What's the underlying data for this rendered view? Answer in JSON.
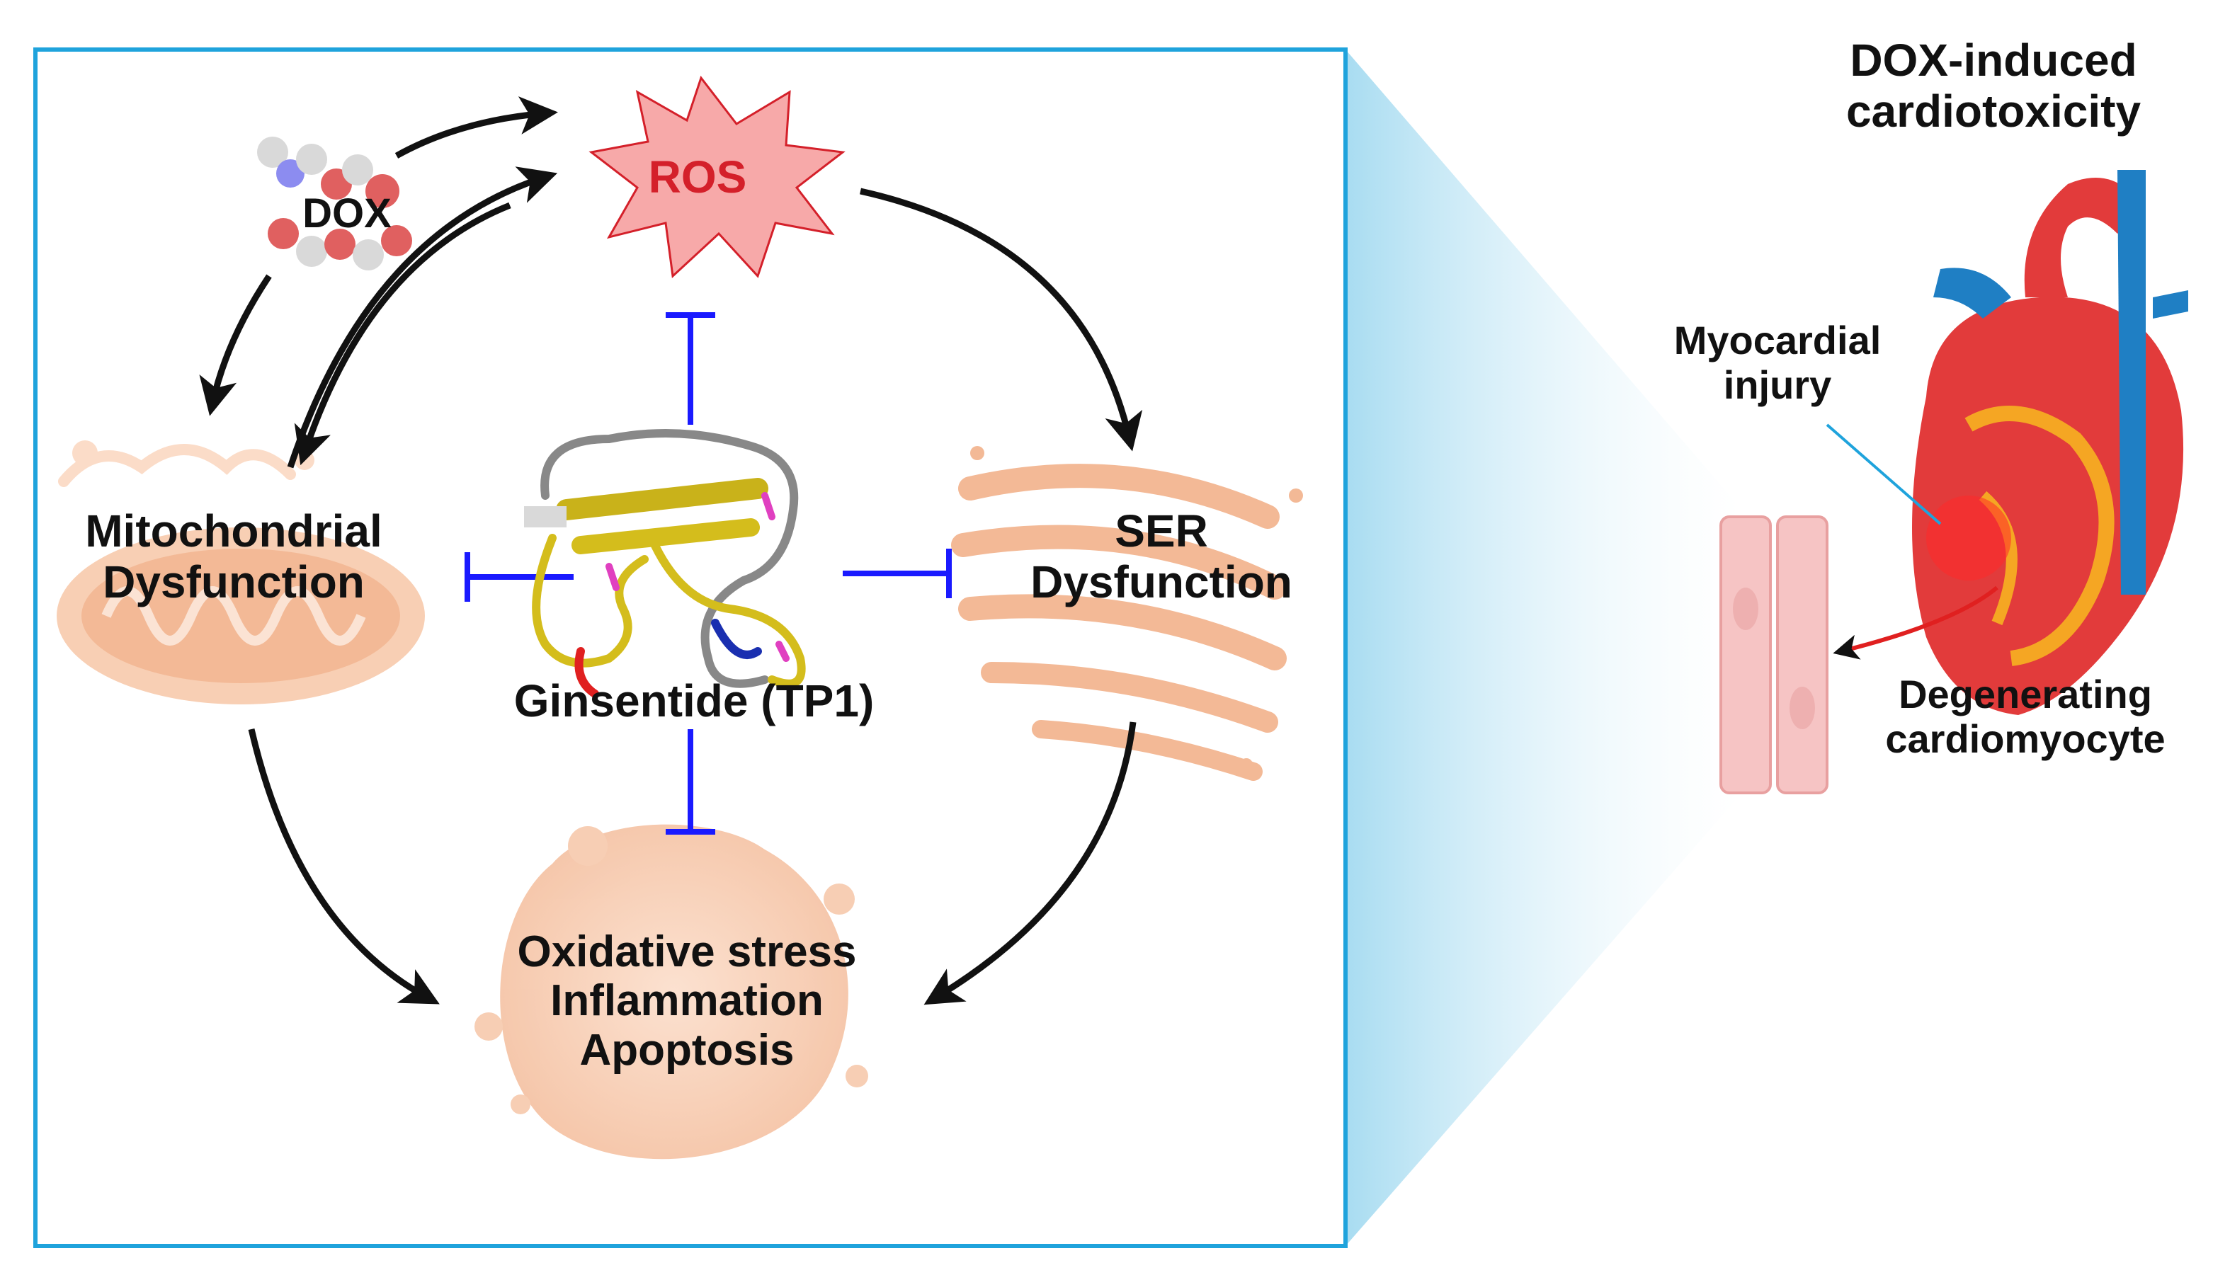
{
  "stimulus": {
    "label": "DOX"
  },
  "ros": {
    "label": "ROS"
  },
  "mitochondria": {
    "line1": "Mitochondrial",
    "line2": "Dysfunction"
  },
  "ser": {
    "line1": "SER",
    "line2": "Dysfunction"
  },
  "peptide": {
    "label": "Ginsentide (TP1)"
  },
  "outcomes": {
    "line1": "Oxidative stress",
    "line2": "Inflammation",
    "line3": "Apoptosis"
  },
  "heart_panel": {
    "title_line1": "DOX-induced",
    "title_line2": "cardiotoxicity",
    "injury_line1": "Myocardial",
    "injury_line2": "injury",
    "cell_line1": "Degenerating",
    "cell_line2": "cardiomyocyte"
  },
  "colors": {
    "frame": "#1fa3dc",
    "inhibit": "#1a1aff",
    "ros_fill": "#f7a9a9",
    "ros_text": "#d4202a",
    "arrow": "#111111",
    "organelle": "#f6c6a8"
  }
}
